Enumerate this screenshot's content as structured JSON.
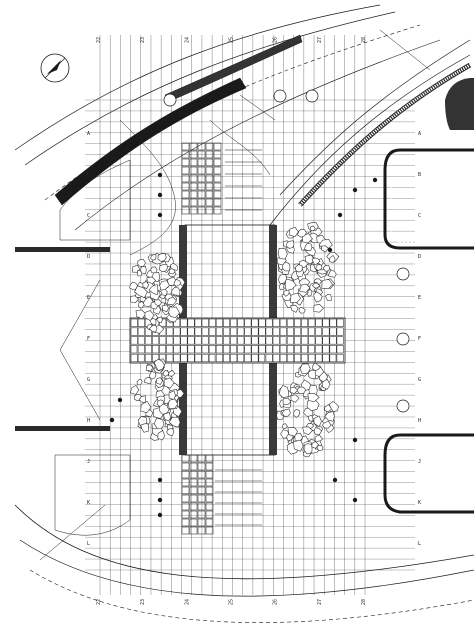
{
  "drawing": {
    "kind": "landscape-site-plan",
    "line_color": "#1a1a1a",
    "grid_color": "#444444",
    "paving_color": "#333333",
    "background": "#ffffff",
    "north_arrow": "north-arrow-icon",
    "grid": {
      "vertical_line_count": 27,
      "horizontal_line_count": 44
    },
    "column_labels": [
      "22",
      "23",
      "24",
      "25",
      "26",
      "27",
      "28"
    ],
    "row_labels": [
      "A",
      "B",
      "C",
      "D",
      "E",
      "F",
      "G",
      "H",
      "J",
      "K",
      "L"
    ]
  }
}
